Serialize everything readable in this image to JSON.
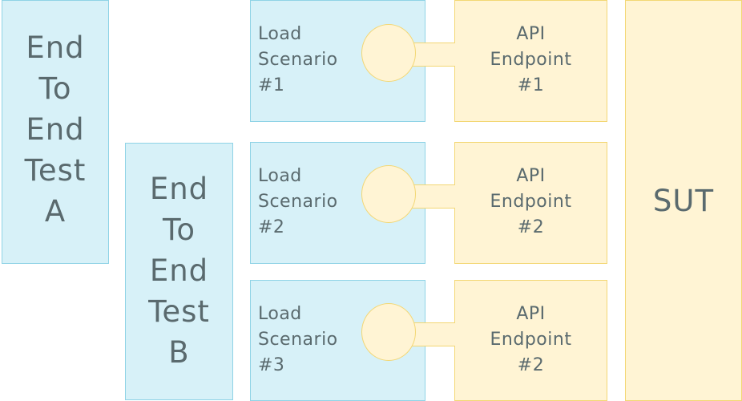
{
  "colors": {
    "test_fill": "#d7f1f8",
    "test_border": "#8fd3e6",
    "endpoint_fill": "#fff4d4",
    "endpoint_border": "#f3d774",
    "text": "#5a6a6e"
  },
  "e2e_tests": [
    {
      "lines": [
        "End",
        "To",
        "End",
        "Test",
        "A"
      ]
    },
    {
      "lines": [
        "End",
        "To",
        "End",
        "Test",
        "B"
      ]
    }
  ],
  "load_scenarios": [
    {
      "lines": [
        "Load",
        "Scenario",
        "#1"
      ]
    },
    {
      "lines": [
        "Load",
        "Scenario",
        "#2"
      ]
    },
    {
      "lines": [
        "Load",
        "Scenario",
        "#3"
      ]
    }
  ],
  "api_endpoints": [
    {
      "lines": [
        "API",
        "Endpoint",
        "#1"
      ]
    },
    {
      "lines": [
        "API",
        "Endpoint",
        "#2"
      ]
    },
    {
      "lines": [
        "API",
        "Endpoint",
        "#2"
      ]
    }
  ],
  "sut": {
    "label": "SUT"
  }
}
